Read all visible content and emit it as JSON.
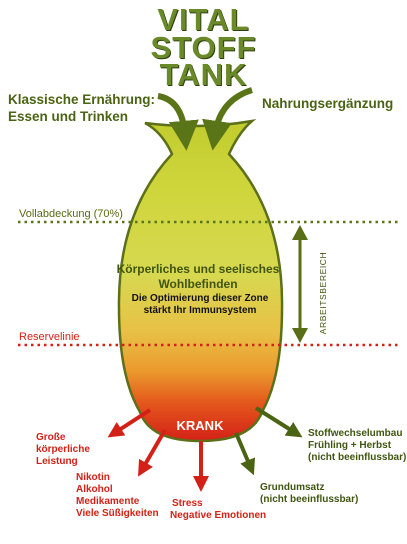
{
  "title": {
    "line1": "VITAL",
    "line2": "STOFF",
    "line3": "TANK"
  },
  "inputs": {
    "left_line1": "Klassische Ernährung:",
    "left_line2": "Essen und Trinken",
    "right": "Nahrungsergänzung"
  },
  "levels": {
    "full": "Vollabdeckung (70%)",
    "reserve": "Reservelinie"
  },
  "zone": {
    "main_line1": "Körperliches und seelisches",
    "main_line2": "Wohlbefinden",
    "note_line1": "Die Optimierung dieser Zone",
    "note_line2": "stärkt Ihr Immunsystem",
    "range_label": "ARBEITSBEREICH"
  },
  "bottom_label": "KRANK",
  "losses": {
    "physical": [
      "Große",
      "körperliche",
      "Leistung"
    ],
    "substances": [
      "Nikotin",
      "Alkohol",
      "Medikamente",
      "Viele Süßigkeiten"
    ],
    "stress": [
      "Stress",
      "Negative Emotionen"
    ],
    "basal": [
      "Grundumsatz",
      "(nicht beeinflussbar)"
    ],
    "metabolism": [
      "Stoffwechselumbau",
      "Frühling + Herbst",
      "(nicht beeinflussbar)"
    ]
  },
  "colors": {
    "green_dark": "#4a6414",
    "tank_top": "#c9d43a",
    "tank_bottom": "#d42118",
    "red": "#d42118"
  }
}
